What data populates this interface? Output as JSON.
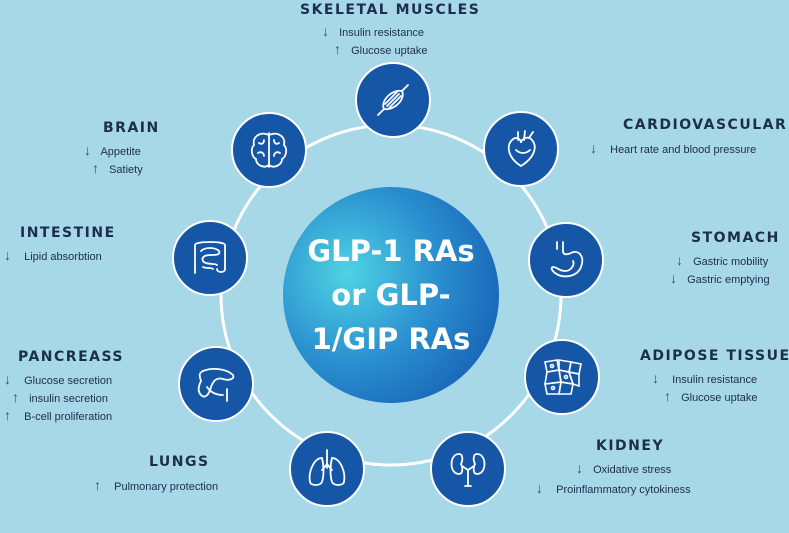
{
  "center": {
    "line1": "GLP-1 RAs",
    "line2": "or GLP-",
    "line3": "1/GIP RAs"
  },
  "colors": {
    "background": "#a6d8e7",
    "node": "#1556a6",
    "text": "#1d2e4a"
  },
  "organs": {
    "skeletal_muscles": {
      "title": "SKELETAL MUSCLES",
      "effects": [
        {
          "dir": "↓",
          "text": "Insulin resistance"
        },
        {
          "dir": "↑",
          "text": "Glucose uptake"
        }
      ],
      "icon": "muscle-icon"
    },
    "cardiovascular": {
      "title": "CARDIOVASCULAR",
      "effects": [
        {
          "dir": "↓",
          "text": "Heart rate and blood pressure"
        }
      ],
      "icon": "heart-icon"
    },
    "stomach": {
      "title": "STOMACH",
      "effects": [
        {
          "dir": "↓",
          "text": "Gastric mobility"
        },
        {
          "dir": "↓",
          "text": "Gastric emptying"
        }
      ],
      "icon": "stomach-icon"
    },
    "adipose_tissue": {
      "title": "ADIPOSE TISSUE",
      "effects": [
        {
          "dir": "↓",
          "text": "Insulin resistance"
        },
        {
          "dir": "↑",
          "text": "Glucose uptake"
        }
      ],
      "icon": "fat-cells-icon"
    },
    "kidney": {
      "title": "KIDNEY",
      "effects": [
        {
          "dir": "↓",
          "text": "Oxidative stress"
        },
        {
          "dir": "↓",
          "text": "Proinflammatory cytokiness"
        }
      ],
      "icon": "kidney-icon"
    },
    "lungs": {
      "title": "LUNGS",
      "effects": [
        {
          "dir": "↑",
          "text": "Pulmonary protection"
        }
      ],
      "icon": "lungs-icon"
    },
    "pancreas": {
      "title": "PANCREASS",
      "effects": [
        {
          "dir": "↓",
          "text": "Glucose secretion"
        },
        {
          "dir": "↑",
          "text": "insulin secretion"
        },
        {
          "dir": "↑",
          "text": "B-cell proliferation"
        }
      ],
      "icon": "pancreas-icon"
    },
    "intestine": {
      "title": "INTESTINE",
      "effects": [
        {
          "dir": "↓",
          "text": "Lipid absorbtion"
        }
      ],
      "icon": "intestine-icon"
    },
    "brain": {
      "title": "BRAIN",
      "effects": [
        {
          "dir": "↓",
          "text": "Appetite"
        },
        {
          "dir": "↑",
          "text": "Satiety"
        }
      ],
      "icon": "brain-icon"
    }
  }
}
